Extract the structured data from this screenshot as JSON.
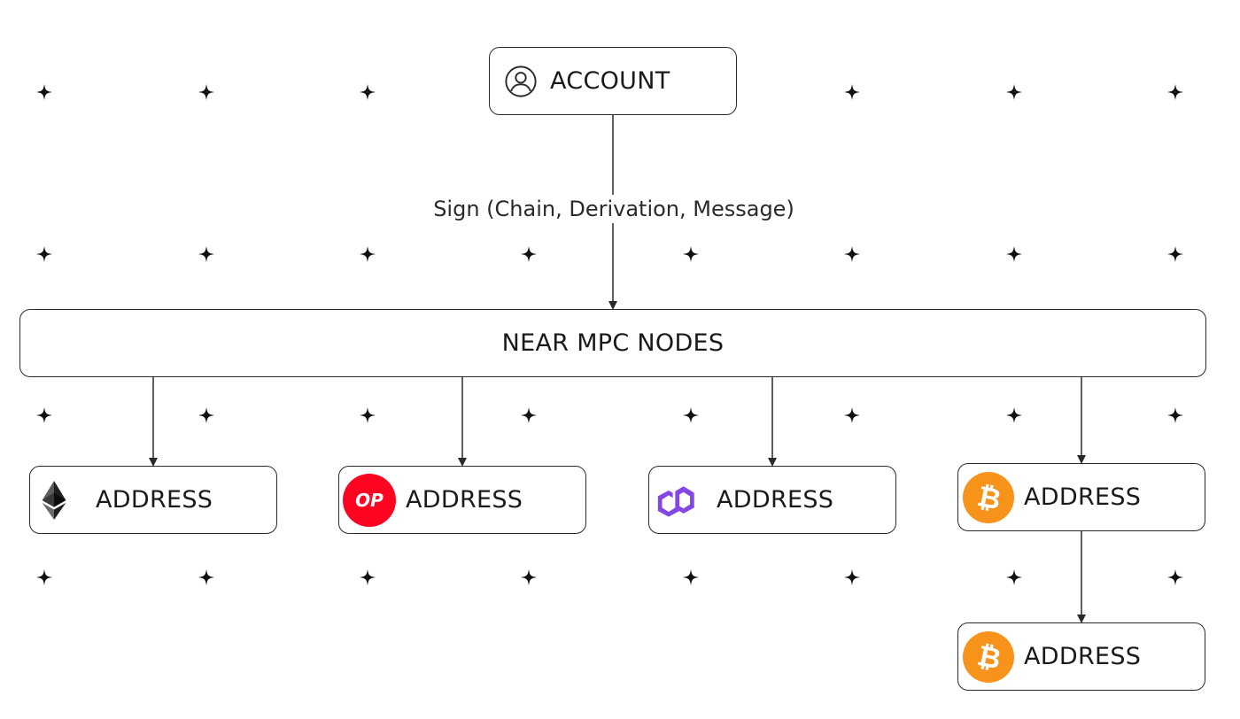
{
  "account": {
    "label": "ACCOUNT",
    "icon": "user-circle-icon"
  },
  "edge_label": "Sign (Chain, Derivation, Message)",
  "mpc": {
    "label": "NEAR MPC NODES"
  },
  "addresses": [
    {
      "label": "ADDRESS",
      "icon": "ethereum-icon",
      "color": "#3c3c3d"
    },
    {
      "label": "ADDRESS",
      "icon": "optimism-icon",
      "icon_text": "OP",
      "color": "#ff0420"
    },
    {
      "label": "ADDRESS",
      "icon": "polygon-icon",
      "color": "#8247e5"
    },
    {
      "label": "ADDRESS",
      "icon": "bitcoin-icon",
      "color": "#f7931a"
    },
    {
      "label": "ADDRESS",
      "icon": "bitcoin-icon",
      "color": "#f7931a"
    }
  ],
  "colors": {
    "stroke": "#2a2a2a",
    "background": "#ffffff"
  }
}
